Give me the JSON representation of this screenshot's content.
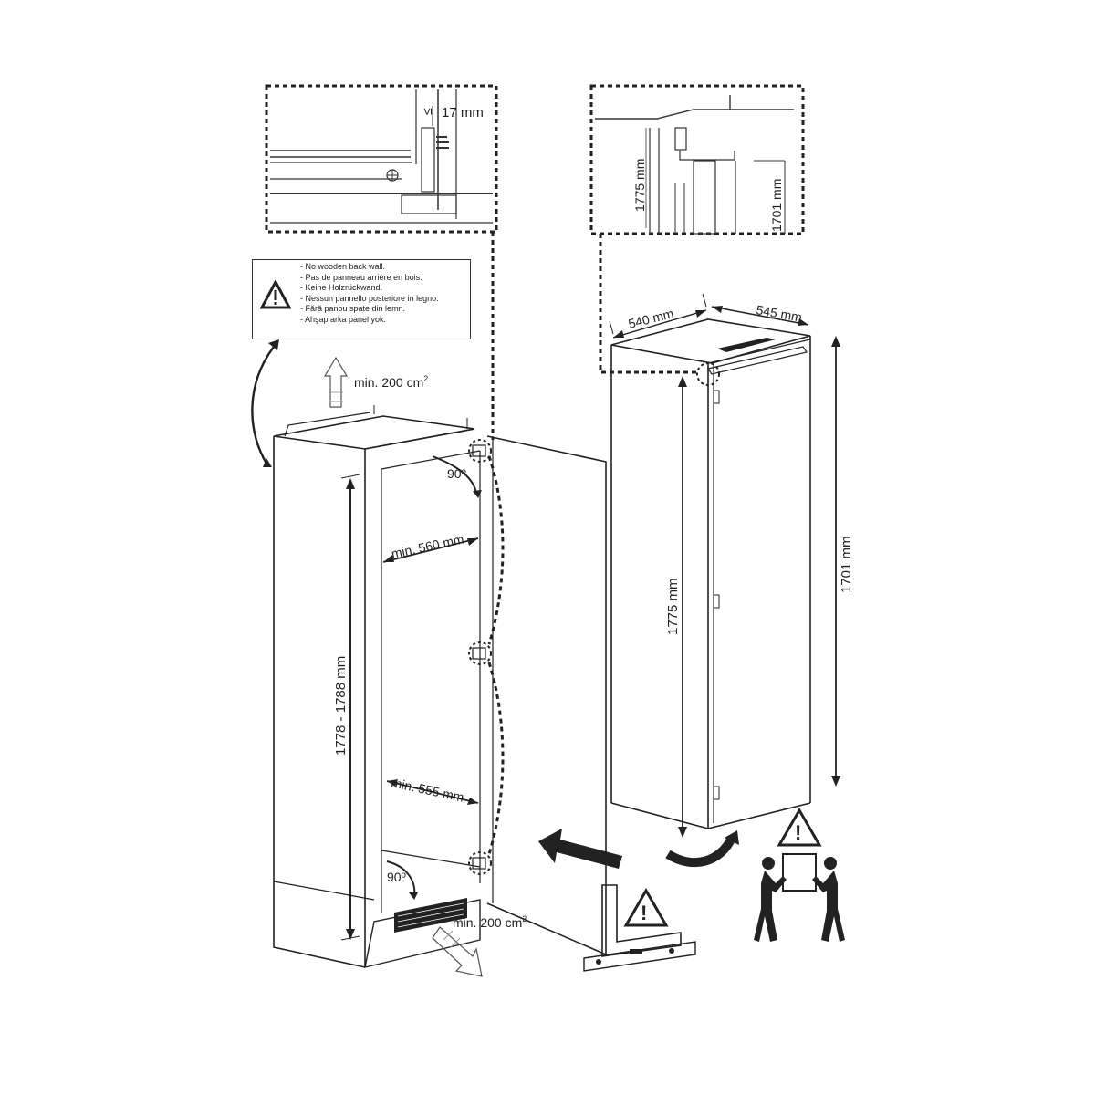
{
  "warning_box": {
    "lines": [
      "- No wooden back wall.",
      "- Pas de panneau arrière en bois.",
      "- Keine Holzrückwand.",
      "- Nessun pannello posteriore in legno.",
      "- Fără panou spate din lemn.",
      "- Ahşap arka panel yok."
    ]
  },
  "labels": {
    "gap_17": "17 mm",
    "gap_symbol": "≤",
    "detail_1775": "1775 mm",
    "detail_1701": "1701 mm",
    "vent_top": "min. 200 cm",
    "vent_bottom": "min. 200 cm",
    "sup": "2",
    "angle_top": "90º",
    "angle_bottom": "90º",
    "niche_height": "1778 - 1788 mm",
    "niche_width_top": "min. 560 mm",
    "niche_width_bottom": "min. 555 mm",
    "fridge_depth": "540 mm",
    "fridge_width": "545 mm",
    "fridge_1775": "1775 mm",
    "fridge_1701": "1701 mm"
  }
}
